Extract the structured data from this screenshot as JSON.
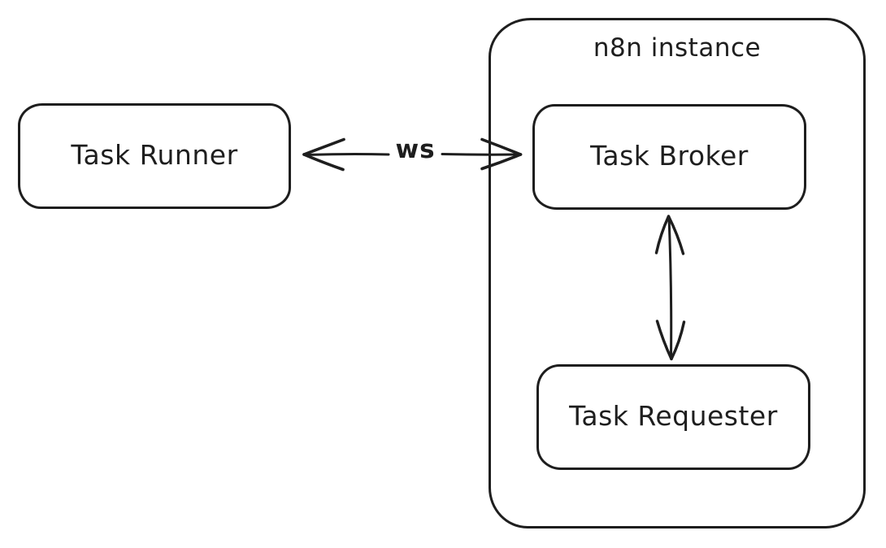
{
  "diagram": {
    "colors": {
      "stroke": "#1e1e1e",
      "background": "#ffffff"
    },
    "group": {
      "label": "n8n instance"
    },
    "nodes": {
      "task_runner": {
        "label": "Task Runner"
      },
      "task_broker": {
        "label": "Task Broker"
      },
      "task_requester": {
        "label": "Task Requester"
      }
    },
    "edges": {
      "runner_broker": {
        "label": "ws",
        "from": "Task Runner",
        "to": "Task Broker",
        "direction": "bidirectional"
      },
      "broker_requester": {
        "from": "Task Broker",
        "to": "Task Requester",
        "direction": "bidirectional"
      }
    }
  }
}
